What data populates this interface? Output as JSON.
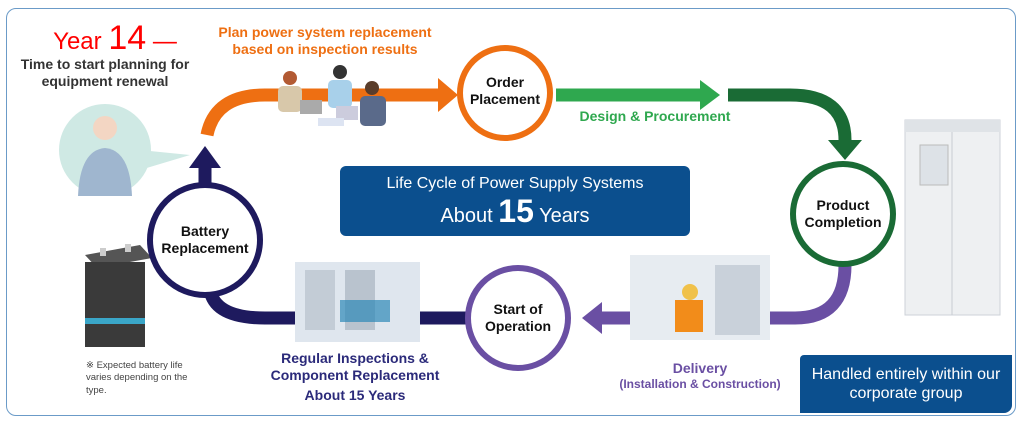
{
  "year_callout": {
    "prefix": "Year",
    "number": "14",
    "dash": "—",
    "text": "Time to start planning for equipment renewal"
  },
  "plan_text": "Plan power system replacement based on inspection results",
  "steps": {
    "order": "Order Placement",
    "product": "Product Completion",
    "operation": "Start of Operation",
    "battery": "Battery Replacement"
  },
  "design_text": "Design & Procurement",
  "center": {
    "line1": "Life Cycle of Power Supply Systems",
    "about": "About",
    "years_number": "15",
    "years": "Years"
  },
  "inspections": {
    "line1": "Regular Inspections &",
    "line2": "Component Replacement",
    "line3": "About 15 Years"
  },
  "battery_note": "※ Expected battery life varies depending on the type.",
  "delivery": {
    "title": "Delivery",
    "sub": "(Installation & Construction)"
  },
  "group_box": "Handled entirely within our corporate group",
  "colors": {
    "orange": "#ee6f12",
    "green": "#2fa84f",
    "dark_green": "#1a6b35",
    "purple": "#6a4fa3",
    "navy": "#1e1a5e",
    "blue_box": "#0b4f8e",
    "red": "#ff0000"
  }
}
